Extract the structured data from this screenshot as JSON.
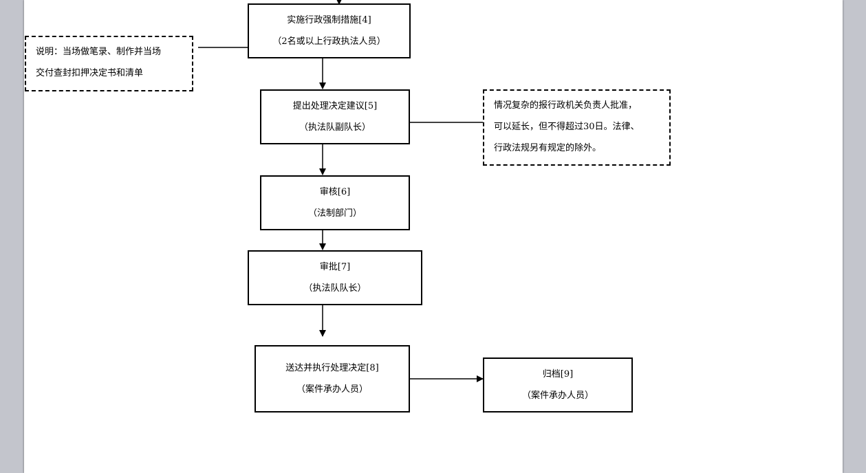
{
  "flow": {
    "step4": {
      "line1": "实施行政强制措施[4]",
      "line2": "（2名或以上行政执法人员）"
    },
    "step5": {
      "line1": "提出处理决定建议[5]",
      "line2": "（执法队副队长）"
    },
    "step6": {
      "line1": "审核[6]",
      "line2": "（法制部门）"
    },
    "step7": {
      "line1": "审批[7]",
      "line2": "（执法队队长）"
    },
    "step8": {
      "line1": "送达并执行处理决定[8]",
      "line2": "（案件承办人员）"
    },
    "step9": {
      "line1": "归档[9]",
      "line2": "（案件承办人员）"
    }
  },
  "notes": {
    "note_left": {
      "line1": "说明：当场做笔录、制作并当场",
      "line2": "交付查封扣押决定书和清单"
    },
    "note_right": {
      "line1": "情况复杂的报行政机关负责人批准，",
      "line2": "可以延长，但不得超过30日。法律、",
      "line3": "行政法规另有规定的除外。"
    }
  }
}
